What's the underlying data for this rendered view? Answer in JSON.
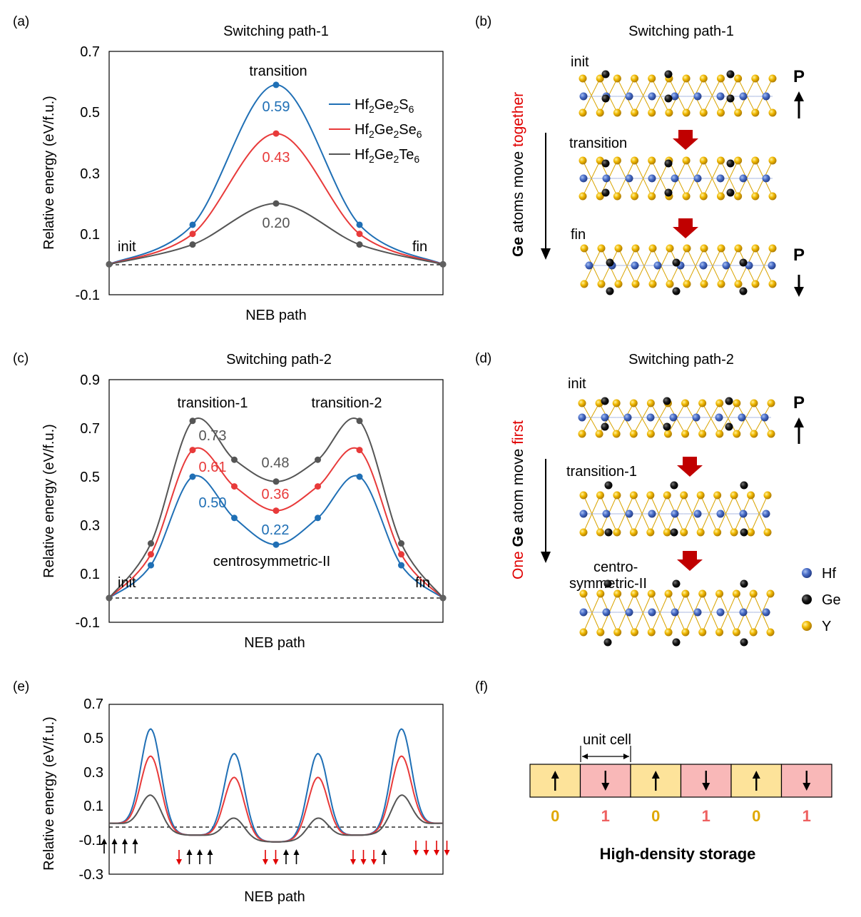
{
  "panels": {
    "a": {
      "label": "(a)",
      "title": "Switching path-1"
    },
    "b": {
      "label": "(b)",
      "title": "Switching path-1",
      "stage_labels": [
        "init",
        "transition",
        "fin"
      ],
      "side_text": {
        "prefix": "Ge",
        "middle": " atoms move ",
        "suffix": "together"
      },
      "p_label": "P"
    },
    "c": {
      "label": "(c)",
      "title": "Switching path-2"
    },
    "d": {
      "label": "(d)",
      "title": "Switching path-2",
      "stage_labels": [
        "init",
        "transition-1",
        "centro-",
        "symmetric-II"
      ],
      "side_text": {
        "prefix": "One ",
        "bold": "Ge",
        "middle": " atom move ",
        "suffix": "first"
      },
      "p_label": "P",
      "legend": [
        {
          "name": "Hf",
          "color": "#4a6ec8"
        },
        {
          "name": "Ge",
          "color": "#111111"
        },
        {
          "name": "Y",
          "color": "#f0b800"
        }
      ]
    },
    "e": {
      "label": "(e)"
    },
    "f": {
      "label": "(f)",
      "unit_cell_label": "unit cell",
      "cells": [
        {
          "dir": "up",
          "bit": "0"
        },
        {
          "dir": "down",
          "bit": "1"
        },
        {
          "dir": "up",
          "bit": "0"
        },
        {
          "dir": "down",
          "bit": "1"
        },
        {
          "dir": "up",
          "bit": "0"
        },
        {
          "dir": "down",
          "bit": "1"
        }
      ],
      "caption": "High-density storage",
      "colors": {
        "up": "#fde39a",
        "down": "#f9b8b8",
        "zero": "#e0a800",
        "one": "#ee6060"
      }
    }
  },
  "colors": {
    "S": "#1f6fb5",
    "Se": "#e83a3a",
    "Te": "#555555",
    "accent_red": "#e00000",
    "arrow_red": "#c00000"
  },
  "chart_data": [
    {
      "id": "a",
      "type": "line",
      "title": "Switching path-1",
      "xlabel": "NEB path",
      "ylabel": "Relative energy (eV/f.u.)",
      "ylim": [
        -0.1,
        0.7
      ],
      "yticks": [
        "0.7",
        "0.5",
        "0.3",
        "0.1",
        "-0.1"
      ],
      "x": [
        0,
        1,
        2,
        3,
        4
      ],
      "series": [
        {
          "name": "Hf2Ge2S6",
          "values": [
            0,
            0.13,
            0.59,
            0.13,
            0
          ]
        },
        {
          "name": "Hf2Ge2Se6",
          "values": [
            0,
            0.1,
            0.43,
            0.1,
            0
          ]
        },
        {
          "name": "Hf2Ge2Te6",
          "values": [
            0,
            0.065,
            0.2,
            0.065,
            0
          ]
        }
      ],
      "value_labels": [
        "0.59",
        "0.43",
        "0.20"
      ],
      "annotations": [
        "transition",
        "init",
        "fin"
      ],
      "legend": "top-right"
    },
    {
      "id": "c",
      "type": "line",
      "title": "Switching path-2",
      "xlabel": "NEB path",
      "ylabel": "Relative energy (eV/f.u.)",
      "ylim": [
        -0.1,
        0.9
      ],
      "yticks": [
        "0.9",
        "0.7",
        "0.5",
        "0.3",
        "0.1",
        "-0.1"
      ],
      "x": [
        0,
        1,
        2,
        3,
        4,
        5,
        6,
        7,
        8
      ],
      "series": [
        {
          "name": "Hf2Ge2S6",
          "values": [
            0,
            0.135,
            0.5,
            0.33,
            0.22,
            0.33,
            0.5,
            0.135,
            0
          ]
        },
        {
          "name": "Hf2Ge2Se6",
          "values": [
            0,
            0.18,
            0.61,
            0.46,
            0.36,
            0.46,
            0.61,
            0.18,
            0
          ]
        },
        {
          "name": "Hf2Ge2Te6",
          "values": [
            0,
            0.225,
            0.73,
            0.57,
            0.48,
            0.57,
            0.73,
            0.225,
            0
          ]
        }
      ],
      "value_labels": [
        "0.73",
        "0.61",
        "0.50",
        "0.48",
        "0.36",
        "0.22"
      ],
      "annotations": [
        "transition-1",
        "transition-2",
        "centrosymmetric-II",
        "init",
        "fin"
      ]
    },
    {
      "id": "e",
      "type": "line",
      "xlabel": "NEB path",
      "ylabel": "Relative energy (eV/f.u.)",
      "ylim": [
        -0.3,
        0.7
      ],
      "yticks": [
        "0.7",
        "0.5",
        "0.3",
        "0.1",
        "-0.1",
        "-0.3"
      ],
      "minima": [
        0,
        -0.07,
        -0.11,
        -0.07,
        0
      ],
      "barriers": [
        {
          "S": 0.59,
          "Se": 0.43,
          "Te": 0.2
        },
        {
          "S": 0.5,
          "Se": 0.36,
          "Te": 0.12
        },
        {
          "S": 0.5,
          "Se": 0.36,
          "Te": 0.12
        },
        {
          "S": 0.59,
          "Se": 0.43,
          "Te": 0.2
        }
      ],
      "states": [
        [
          "up",
          "up",
          "up",
          "up"
        ],
        [
          "down",
          "up",
          "up",
          "up"
        ],
        [
          "down",
          "down",
          "up",
          "up"
        ],
        [
          "down",
          "down",
          "down",
          "up"
        ],
        [
          "down",
          "down",
          "down",
          "down"
        ]
      ]
    }
  ]
}
